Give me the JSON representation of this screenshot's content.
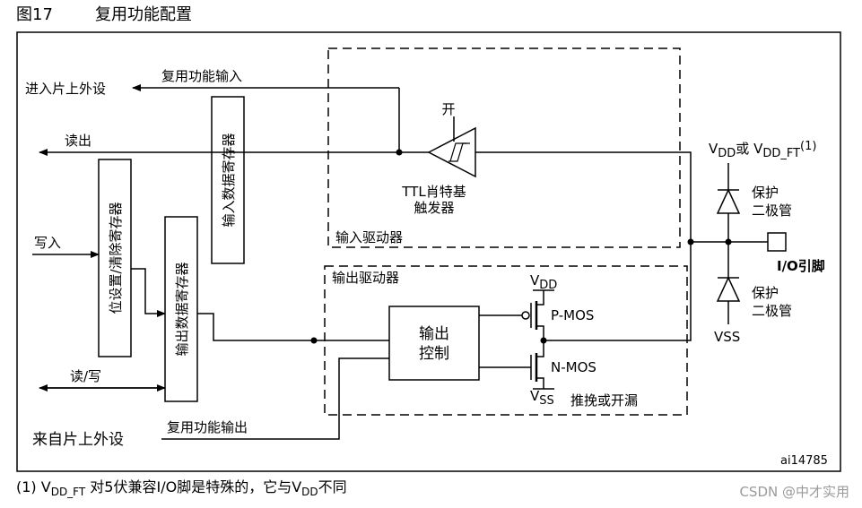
{
  "figure": {
    "number": "图17",
    "title": "复用功能配置",
    "footnote_marker": "(1) V",
    "footnote_sub1": "DD_FT",
    "footnote_mid": " 对5伏兼容I/O脚是特殊的，它与V",
    "footnote_sub2": "DD",
    "footnote_end": "不同",
    "code": "ai14785",
    "watermark": "CSDN @中才实用"
  },
  "labels": {
    "to_peripheral": "进入片上外设",
    "af_input": "复用功能输入",
    "read": "读出",
    "write": "写入",
    "read_write": "读/写",
    "from_peripheral": "来自片上外设",
    "af_output": "复用功能输出",
    "switch_on": "开",
    "schmitt_line1": "TTL肖特基",
    "schmitt_line2": "触发器",
    "input_driver": "输入驱动器",
    "output_driver": "输出驱动器",
    "output_control_line1": "输出",
    "output_control_line2": "控制",
    "pmos": "P-MOS",
    "nmos": "N-MOS",
    "push_pull": "推挽或开漏",
    "vdd_main": "V",
    "vdd_sub": "DD",
    "vss_main": "V",
    "vss_sub": "SS",
    "vdd_or_main1": "V",
    "vdd_or_sub1": "DD",
    "vdd_or_mid": "或 V",
    "vdd_or_sub2": "DD_FT",
    "vdd_or_sup": "(1)",
    "protect_diode_1": "保护",
    "protect_diode_2": "二极管",
    "io_pin": "I/O引脚",
    "vss_pin": "VSS"
  },
  "registers": {
    "input_data": "输入数据寄存器",
    "bit_set_reset": "位设置/清除寄存器",
    "output_data": "输出数据寄存器"
  },
  "colors": {
    "line": "#000000",
    "background": "#ffffff"
  }
}
